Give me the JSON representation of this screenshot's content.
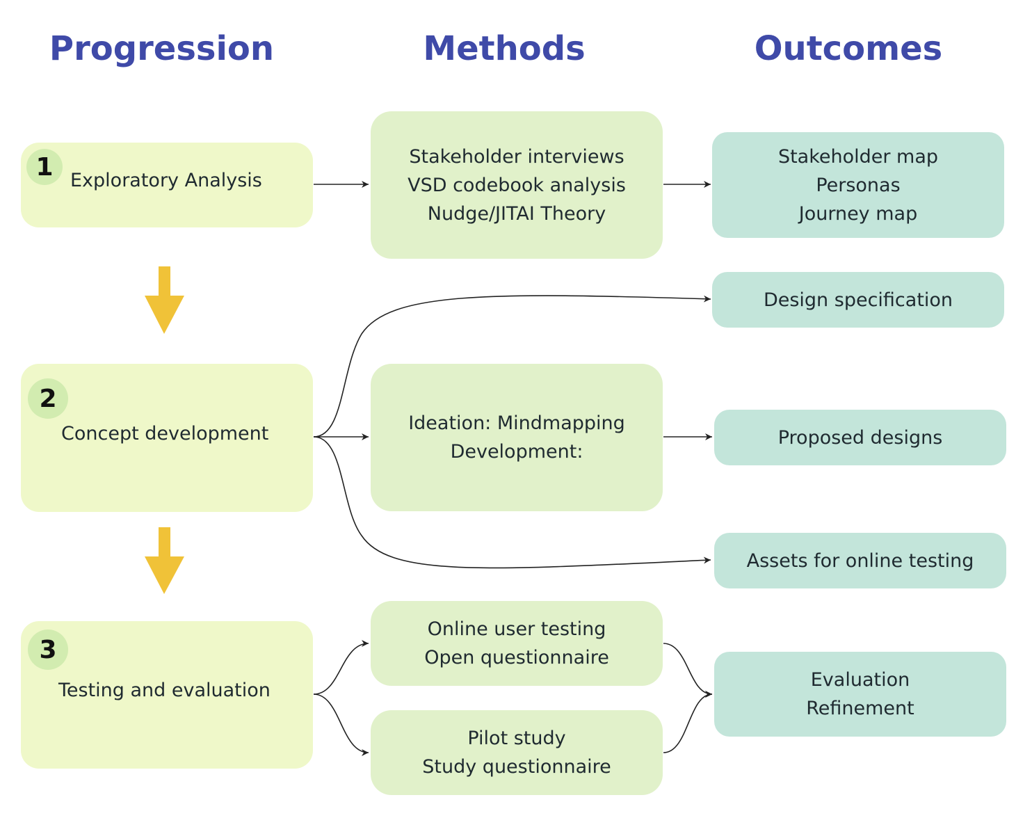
{
  "headers": {
    "progression": "Progression",
    "methods": "Methods",
    "outcomes": "Outcomes"
  },
  "progression": [
    {
      "number": "1",
      "label": "Exploratory Analysis"
    },
    {
      "number": "2",
      "label": "Concept development"
    },
    {
      "number": "3",
      "label": "Testing and evaluation"
    }
  ],
  "methods": {
    "exploratory": [
      "Stakeholder interviews",
      "VSD codebook analysis",
      "Nudge/JITAI Theory"
    ],
    "concept": [
      "Ideation: Mindmapping",
      "Development:"
    ],
    "user_testing": [
      "Online user testing",
      "Open questionnaire"
    ],
    "pilot": [
      "Pilot study",
      "Study questionnaire"
    ]
  },
  "outcomes": {
    "exploratory": [
      "Stakeholder map",
      "Personas",
      "Journey map"
    ],
    "design_spec": [
      "Design specification"
    ],
    "proposed_designs": [
      "Proposed designs"
    ],
    "online_assets": [
      "Assets for online testing"
    ],
    "evaluation": [
      "Evaluation",
      "Refinement"
    ]
  },
  "colors": {
    "header": "#3f4aa8",
    "progression_fill": "#eff8c9",
    "methods_fill": "#e1f1ca",
    "outcomes_fill": "#c3e5da",
    "badge_fill": "#d2ecb0",
    "stage_arrow": "#f0c238"
  }
}
